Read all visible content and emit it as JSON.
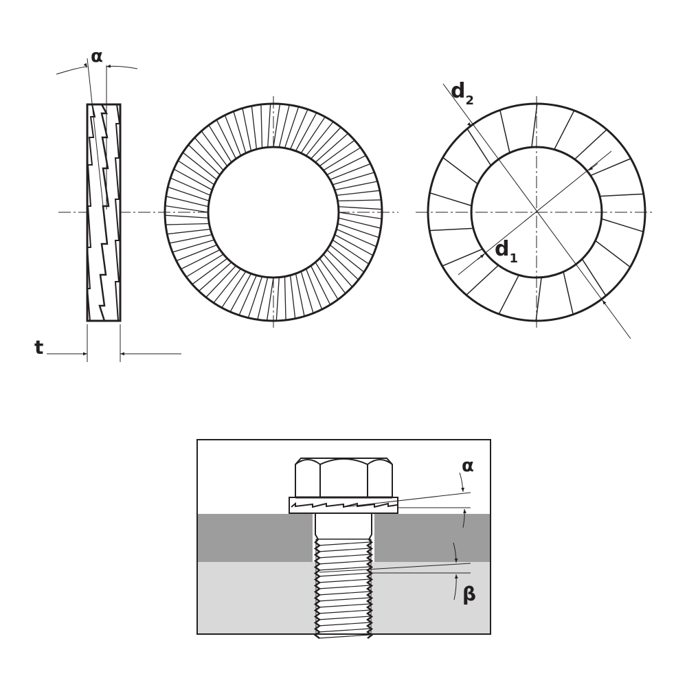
{
  "labels": {
    "alpha_top": "α",
    "d2": "d",
    "d2_sub": "2",
    "d1": "d",
    "d1_sub": "1",
    "t": "t",
    "alpha_bottom": "α",
    "beta": "β"
  },
  "colors": {
    "line": "#231f20",
    "upper_plate": "#9d9d9d",
    "lower_plate": "#d9d9d9"
  },
  "counts": {
    "front_serrations": 72,
    "rear_cams": 18
  }
}
